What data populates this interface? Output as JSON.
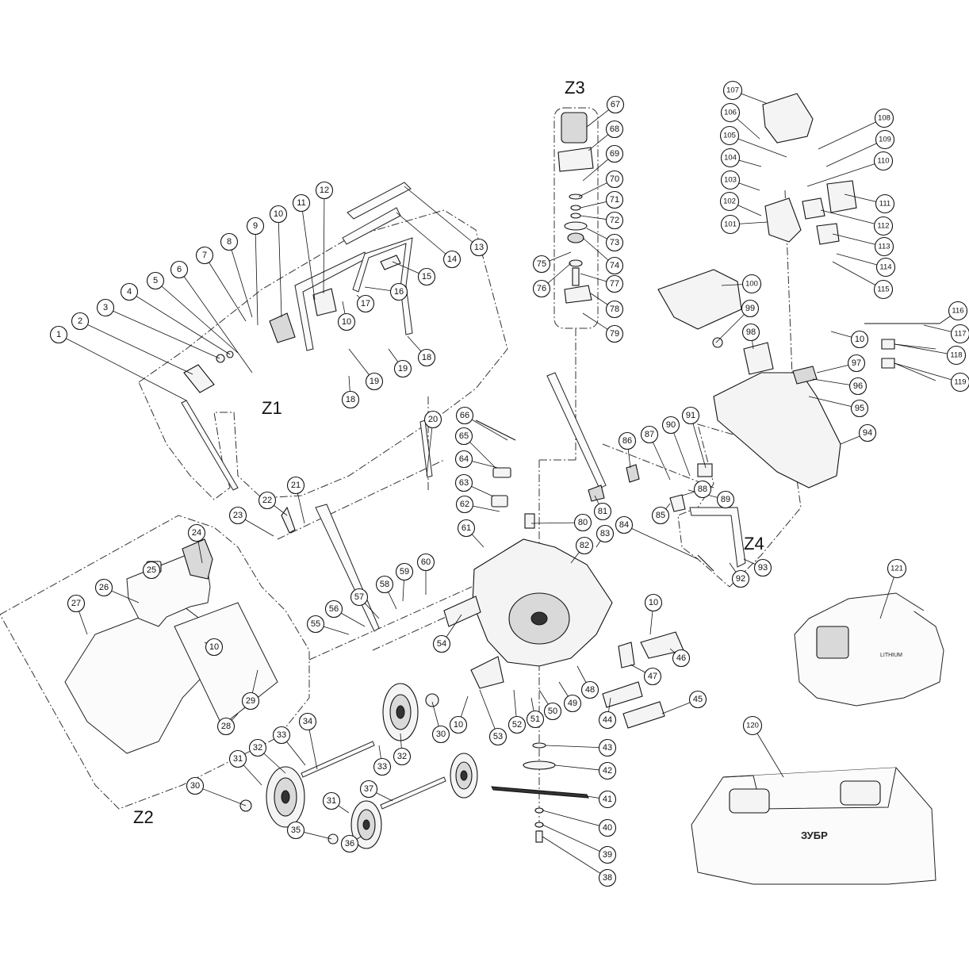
{
  "zones": [
    {
      "id": "z1",
      "label": "Z1"
    },
    {
      "id": "z2",
      "label": "Z2"
    },
    {
      "id": "z3",
      "label": "Z3"
    },
    {
      "id": "z4",
      "label": "Z4"
    }
  ],
  "branding": {
    "charger_logo": "ЗУБР",
    "battery_text": "LITHIUM"
  },
  "callouts": [
    {
      "n": "1"
    },
    {
      "n": "2"
    },
    {
      "n": "3"
    },
    {
      "n": "4"
    },
    {
      "n": "5"
    },
    {
      "n": "6"
    },
    {
      "n": "7"
    },
    {
      "n": "8"
    },
    {
      "n": "9"
    },
    {
      "n": "10"
    },
    {
      "n": "11"
    },
    {
      "n": "12"
    },
    {
      "n": "13"
    },
    {
      "n": "14"
    },
    {
      "n": "15"
    },
    {
      "n": "16"
    },
    {
      "n": "17"
    },
    {
      "n": "10"
    },
    {
      "n": "18"
    },
    {
      "n": "19"
    },
    {
      "n": "19"
    },
    {
      "n": "18"
    },
    {
      "n": "20"
    },
    {
      "n": "21"
    },
    {
      "n": "22"
    },
    {
      "n": "23"
    },
    {
      "n": "24"
    },
    {
      "n": "25"
    },
    {
      "n": "26"
    },
    {
      "n": "27"
    },
    {
      "n": "10"
    },
    {
      "n": "29"
    },
    {
      "n": "28"
    },
    {
      "n": "30"
    },
    {
      "n": "31"
    },
    {
      "n": "32"
    },
    {
      "n": "33"
    },
    {
      "n": "34"
    },
    {
      "n": "32"
    },
    {
      "n": "33"
    },
    {
      "n": "30"
    },
    {
      "n": "31"
    },
    {
      "n": "36"
    },
    {
      "n": "35"
    },
    {
      "n": "37"
    },
    {
      "n": "38"
    },
    {
      "n": "39"
    },
    {
      "n": "40"
    },
    {
      "n": "41"
    },
    {
      "n": "42"
    },
    {
      "n": "43"
    },
    {
      "n": "44"
    },
    {
      "n": "45"
    },
    {
      "n": "46"
    },
    {
      "n": "47"
    },
    {
      "n": "48"
    },
    {
      "n": "49"
    },
    {
      "n": "50"
    },
    {
      "n": "51"
    },
    {
      "n": "52"
    },
    {
      "n": "53"
    },
    {
      "n": "10"
    },
    {
      "n": "54"
    },
    {
      "n": "55"
    },
    {
      "n": "56"
    },
    {
      "n": "57"
    },
    {
      "n": "58"
    },
    {
      "n": "59"
    },
    {
      "n": "60"
    },
    {
      "n": "61"
    },
    {
      "n": "62"
    },
    {
      "n": "63"
    },
    {
      "n": "64"
    },
    {
      "n": "65"
    },
    {
      "n": "66"
    },
    {
      "n": "67"
    },
    {
      "n": "68"
    },
    {
      "n": "69"
    },
    {
      "n": "70"
    },
    {
      "n": "71"
    },
    {
      "n": "72"
    },
    {
      "n": "73"
    },
    {
      "n": "74"
    },
    {
      "n": "75"
    },
    {
      "n": "76"
    },
    {
      "n": "77"
    },
    {
      "n": "78"
    },
    {
      "n": "79"
    },
    {
      "n": "80"
    },
    {
      "n": "81"
    },
    {
      "n": "82"
    },
    {
      "n": "83"
    },
    {
      "n": "84"
    },
    {
      "n": "85"
    },
    {
      "n": "86"
    },
    {
      "n": "87"
    },
    {
      "n": "88"
    },
    {
      "n": "89"
    },
    {
      "n": "90"
    },
    {
      "n": "91"
    },
    {
      "n": "92"
    },
    {
      "n": "93"
    },
    {
      "n": "10"
    },
    {
      "n": "94"
    },
    {
      "n": "95"
    },
    {
      "n": "96"
    },
    {
      "n": "97"
    },
    {
      "n": "98"
    },
    {
      "n": "99"
    },
    {
      "n": "100"
    },
    {
      "n": "10"
    },
    {
      "n": "101"
    },
    {
      "n": "102"
    },
    {
      "n": "103"
    },
    {
      "n": "104"
    },
    {
      "n": "105"
    },
    {
      "n": "106"
    },
    {
      "n": "107"
    },
    {
      "n": "108"
    },
    {
      "n": "109"
    },
    {
      "n": "110"
    },
    {
      "n": "111"
    },
    {
      "n": "112"
    },
    {
      "n": "113"
    },
    {
      "n": "114"
    },
    {
      "n": "115"
    },
    {
      "n": "116"
    },
    {
      "n": "117"
    },
    {
      "n": "118"
    },
    {
      "n": "119"
    },
    {
      "n": "120"
    },
    {
      "n": "121"
    }
  ]
}
